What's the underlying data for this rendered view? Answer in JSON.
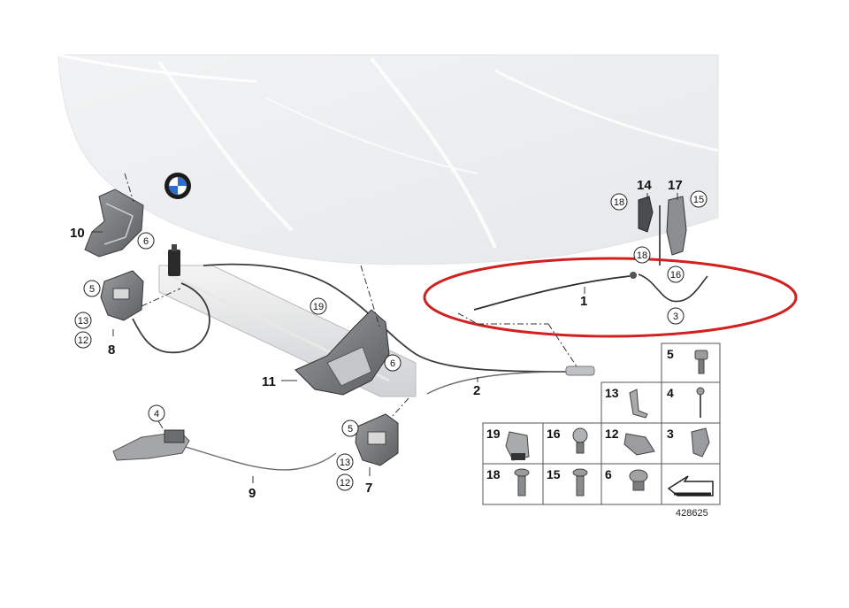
{
  "diagram": {
    "brand_logo": "bmw-roundel-logo",
    "highlight_color": "#d22020",
    "callouts": {
      "c1": "1",
      "c2": "2",
      "c3": "3",
      "c4": "4",
      "c5a": "5",
      "c5b": "5",
      "c6a": "6",
      "c6b": "6",
      "c7": "7",
      "c8": "8",
      "c9": "9",
      "c10": "10",
      "c11": "11",
      "c12a": "12",
      "c12b": "12",
      "c13a": "13",
      "c13b": "13",
      "c14": "14",
      "c15": "15",
      "c16": "16",
      "c17": "17",
      "c18a": "18",
      "c18b": "18",
      "c19": "19"
    },
    "legend": {
      "t5": "5",
      "t13": "13",
      "t4": "4",
      "t19": "19",
      "t16": "16",
      "t12": "12",
      "t3": "3",
      "t18": "18",
      "t15": "15",
      "t6": "6"
    },
    "reference_number": "428625"
  }
}
